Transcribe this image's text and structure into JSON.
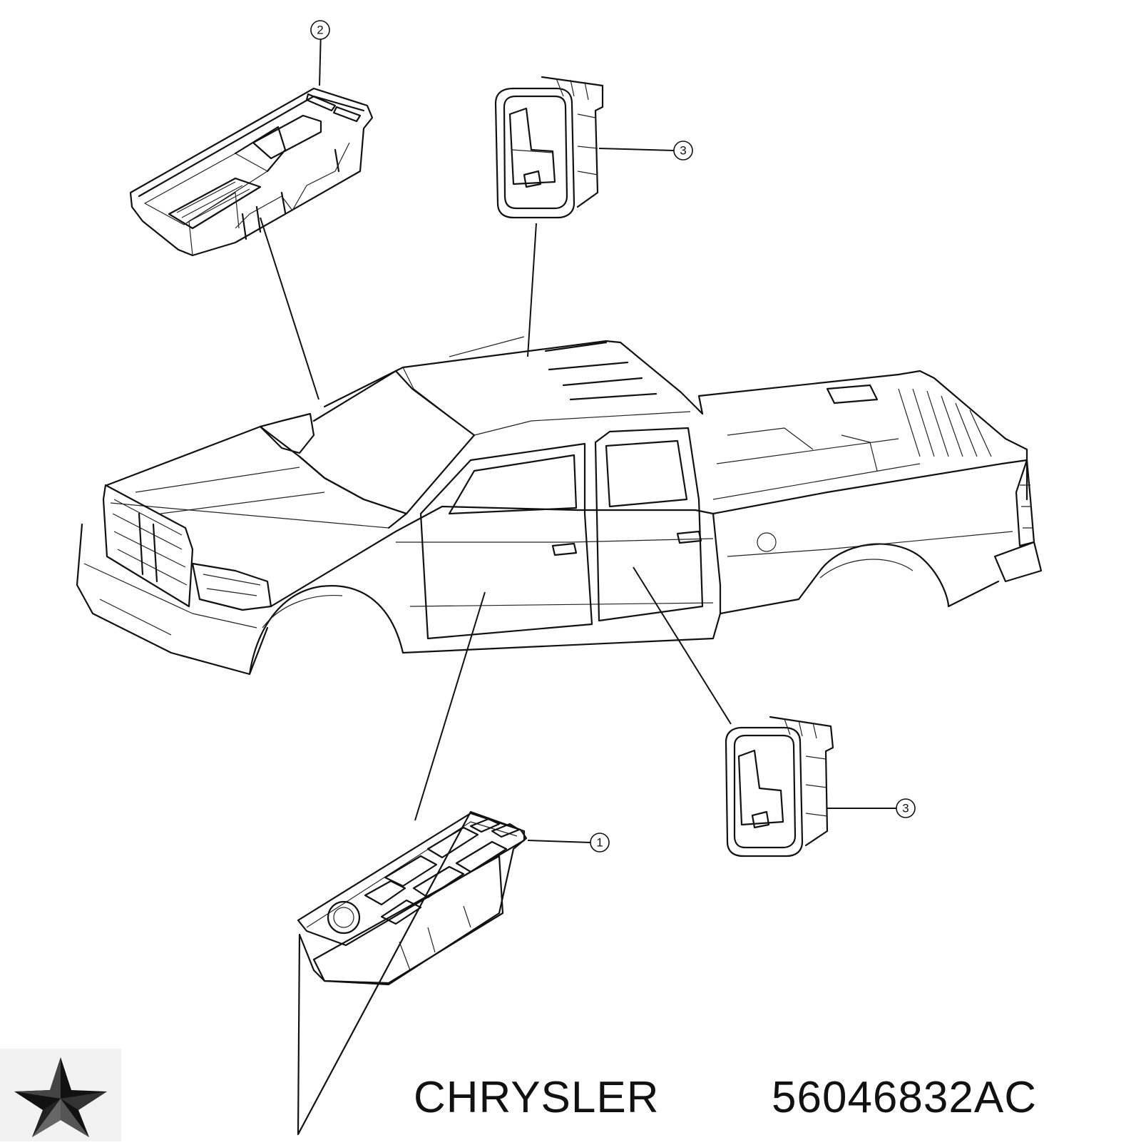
{
  "diagram": {
    "callouts": [
      {
        "id": "callout-1",
        "label": "1"
      },
      {
        "id": "callout-2",
        "label": "2"
      },
      {
        "id": "callout-3-upper",
        "label": "3"
      },
      {
        "id": "callout-3-lower",
        "label": "3"
      }
    ]
  },
  "footer": {
    "brand": "CHRYSLER",
    "part_number": "56046832AC",
    "logo_icon": "pentastar-logo-icon"
  },
  "colors": {
    "line": "#111111",
    "background": "#ffffff",
    "logo_bg": "#f2f2f2"
  }
}
